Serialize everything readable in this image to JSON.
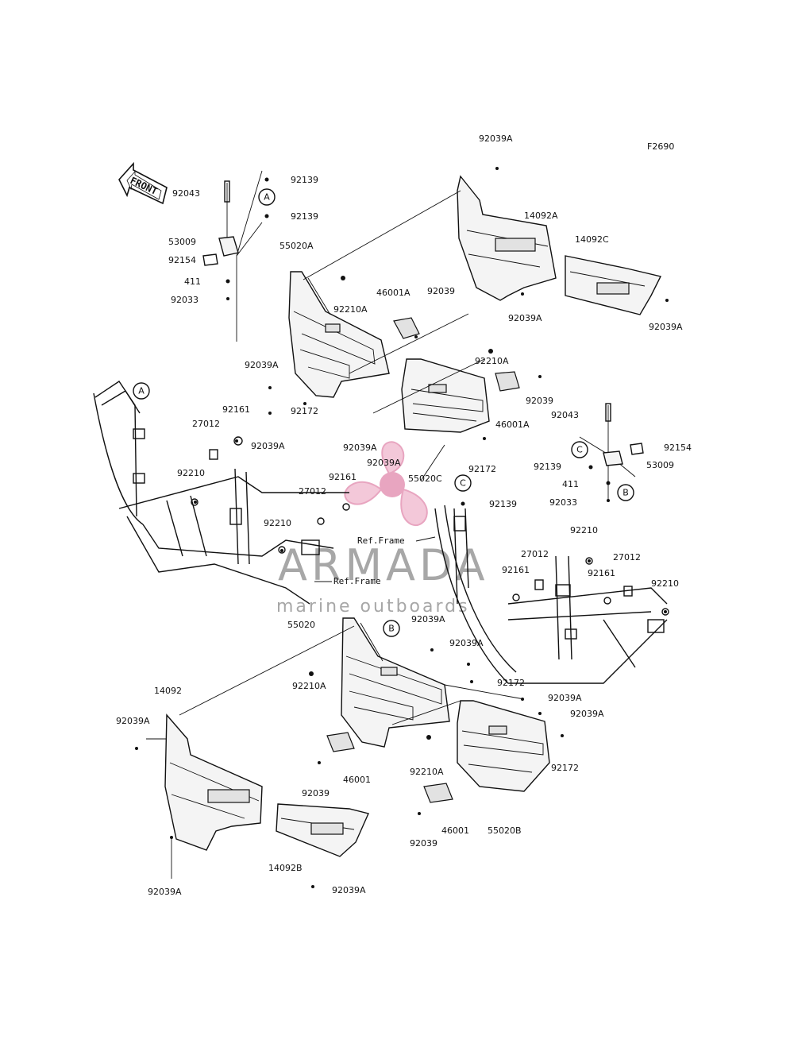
{
  "diagram_code": "F2690",
  "front_label": "FRONT",
  "ref_frame": "Ref.Frame",
  "callouts": [
    "A",
    "B",
    "C"
  ],
  "watermark": {
    "title": "ARMADA",
    "subtitle": "marine outboards",
    "accent_color": "#e8a5c0"
  },
  "parts": [
    "92039A",
    "92139",
    "92043",
    "92139",
    "53009",
    "92154",
    "411",
    "92033",
    "55020A",
    "92210A",
    "46001A",
    "92039",
    "14092A",
    "14092C",
    "92039A",
    "92039A",
    "92210A",
    "92039A",
    "92161",
    "27012",
    "92039A",
    "92172",
    "92039",
    "46001A",
    "92043",
    "92039A",
    "92039A",
    "55020C",
    "92172",
    "92154",
    "92139",
    "53009",
    "411",
    "92033",
    "92210",
    "92161",
    "27012",
    "92210",
    "92139",
    "92210",
    "27012",
    "27012",
    "92161",
    "92161",
    "92210",
    "55020",
    "92039A",
    "92039A",
    "92210A",
    "92172",
    "14092",
    "92039A",
    "92039A",
    "92039A",
    "46001",
    "92210A",
    "92172",
    "92039",
    "92039",
    "46001",
    "55020B",
    "14092B",
    "92039A",
    "92039A"
  ]
}
